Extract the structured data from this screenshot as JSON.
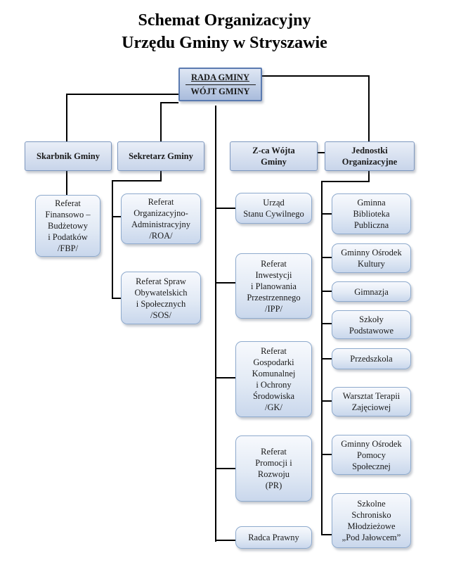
{
  "title": {
    "line1": "Schemat Organizacyjny",
    "line2": "Urzędu Gminy w Stryszawie"
  },
  "root": {
    "top": "RADA GMINY",
    "bottom": "WÓJT GMINY"
  },
  "heads": {
    "skarbnik": "Skarbnik Gminy",
    "sekretarz": "Sekretarz Gminy",
    "zastepca": "Z-ca Wójta\nGminy",
    "jednostki": "Jednostki\nOrganizacyjne"
  },
  "skarbnik_units": [
    "Referat\nFinansowo –\nBudżetowy\ni Podatków\n/FBP/"
  ],
  "sekretarz_units": [
    "Referat\nOrganizacyjno-\nAdministracyjny\n/ROA/",
    "Referat Spraw\nObywatelskich\ni Społecznych\n/SOS/"
  ],
  "center_units": [
    "Urząd\nStanu Cywilnego",
    "Referat\nInwestycji\ni Planowania\nPrzestrzennego\n/IPP/",
    "Referat\nGospodarki\nKomunalnej\ni Ochrony\nŚrodowiska\n/GK/",
    "Referat\nPromocji i\nRozwoju\n(PR)",
    "Radca Prawny"
  ],
  "jednostki_units": [
    "Gminna\nBiblioteka\nPubliczna",
    "Gminny Ośrodek\nKultury",
    "Gimnazja",
    "Szkoły\nPodstawowe",
    "Przedszkola",
    "Warsztat Terapii\nZajęciowej",
    "Gminny Ośrodek\nPomocy\nSpołecznej",
    "Szkolne\nSchronisko\nMłodzieżowe\n„Pod Jałowcem”"
  ],
  "colors": {
    "line": "#000000",
    "box_border": "#8eaacd",
    "box_fill": "#e2eaf5"
  }
}
